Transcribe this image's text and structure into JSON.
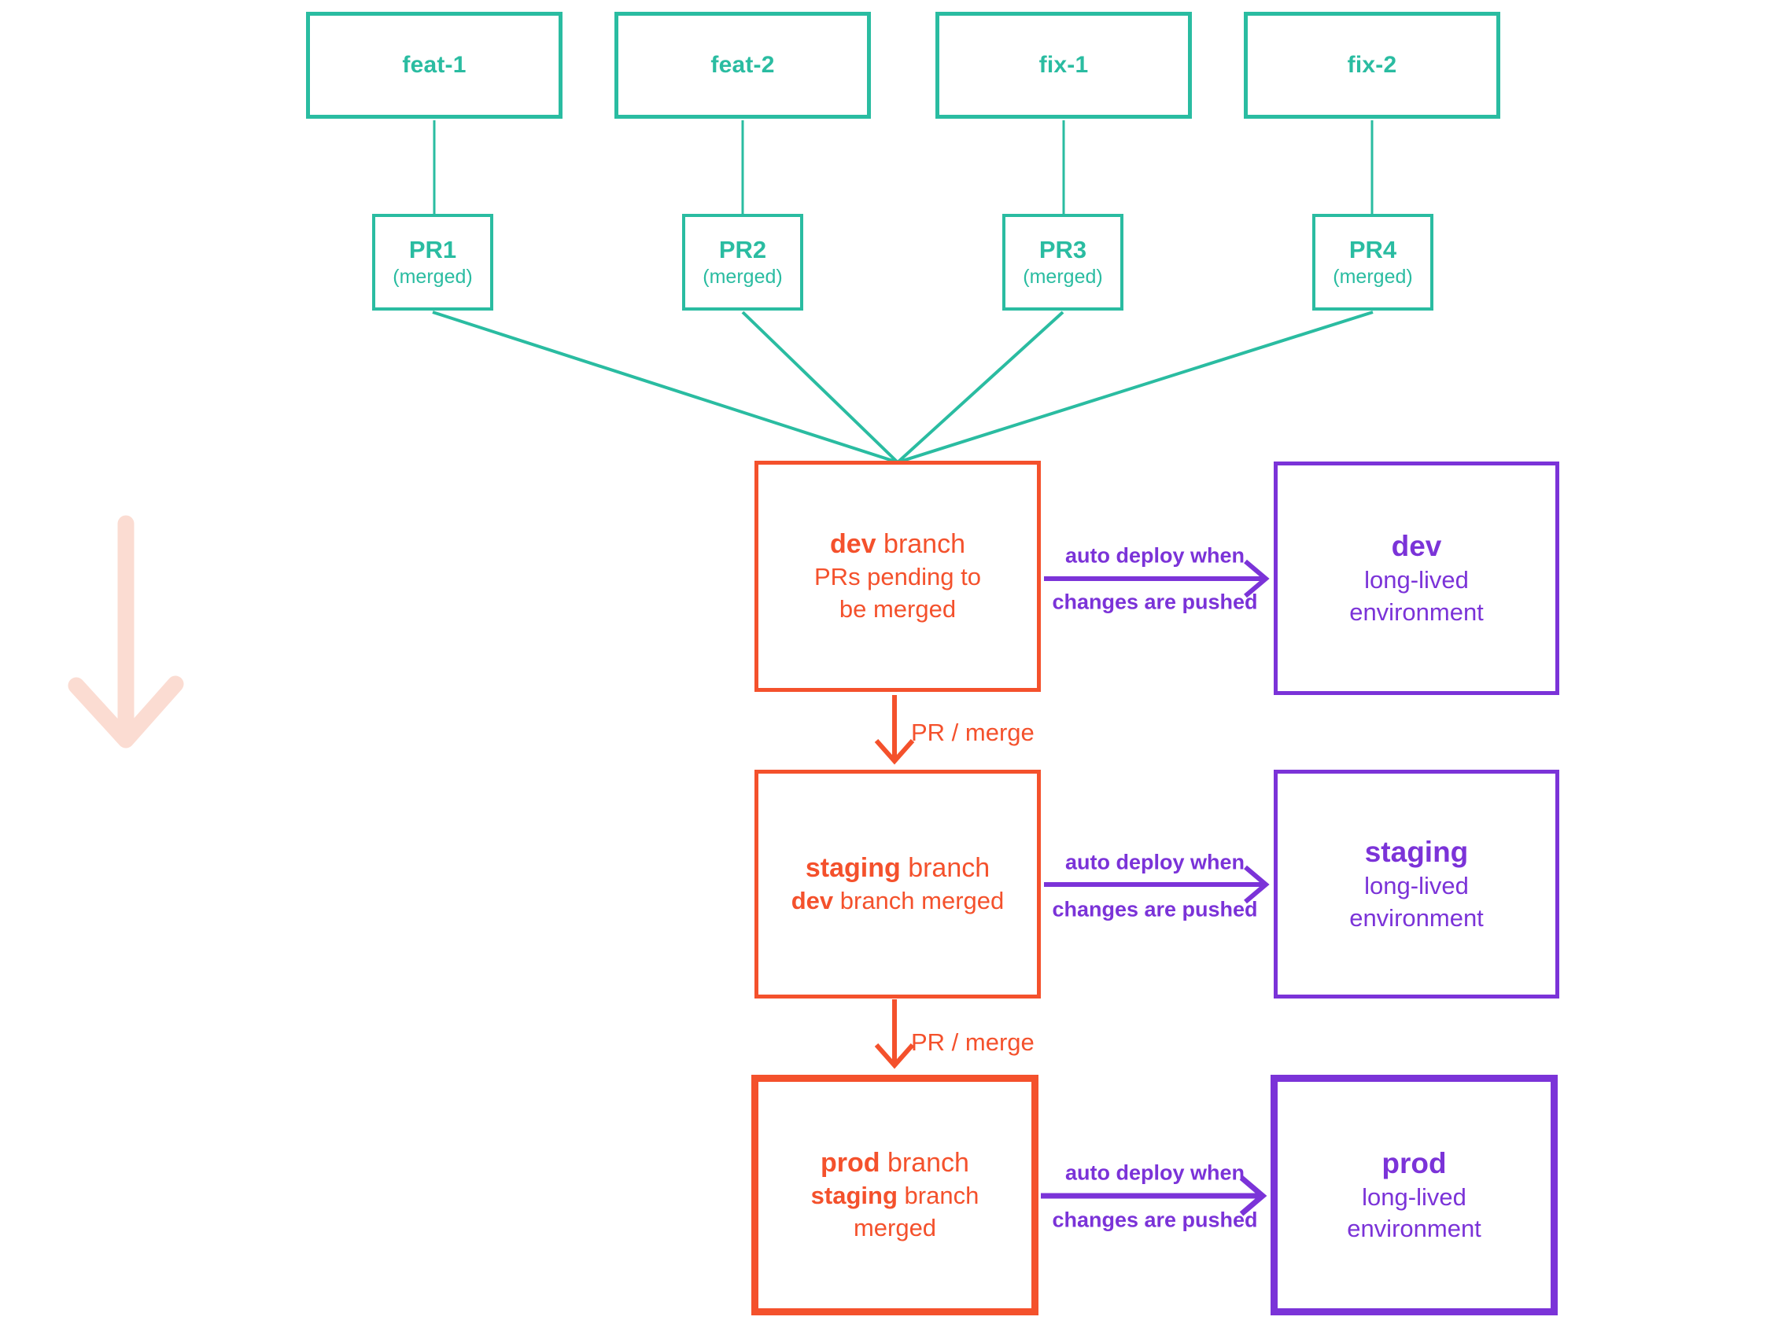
{
  "colors": {
    "teal": "#2abca1",
    "orange": "#f4512c",
    "purple": "#7b33d8",
    "pink": "#fbdcd2"
  },
  "feature_branches": [
    {
      "label": "feat-1"
    },
    {
      "label": "feat-2"
    },
    {
      "label": "fix-1"
    },
    {
      "label": "fix-2"
    }
  ],
  "pull_requests": [
    {
      "label": "PR1",
      "status": "(merged)"
    },
    {
      "label": "PR2",
      "status": "(merged)"
    },
    {
      "label": "PR3",
      "status": "(merged)"
    },
    {
      "label": "PR4",
      "status": "(merged)"
    }
  ],
  "branches": {
    "dev": {
      "name": "dev",
      "name_suffix": " branch",
      "desc_line1": "PRs pending to",
      "desc_line2": "be merged"
    },
    "staging": {
      "name": "staging",
      "name_suffix": " branch",
      "desc_bold": "dev",
      "desc_suffix": " branch merged"
    },
    "prod": {
      "name": "prod",
      "name_suffix": " branch",
      "desc_bold": "staging",
      "desc_suffix": " branch",
      "desc_line2": "merged"
    }
  },
  "environments": {
    "dev": {
      "name": "dev",
      "desc_line1": "long-lived",
      "desc_line2": "environment"
    },
    "staging": {
      "name": "staging",
      "desc_line1": "long-lived",
      "desc_line2": "environment"
    },
    "prod": {
      "name": "prod",
      "desc_line1": "long-lived",
      "desc_line2": "environment"
    }
  },
  "labels": {
    "auto_deploy_line1": "auto deploy when",
    "auto_deploy_line2": "changes are pushed",
    "pr_merge": "PR / merge"
  }
}
